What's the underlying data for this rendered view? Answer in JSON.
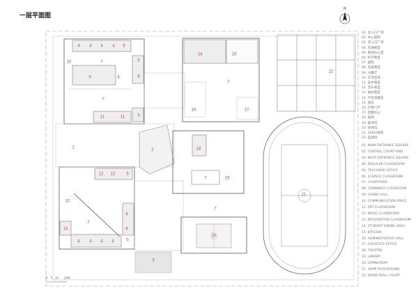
{
  "title": "一层平面图",
  "north_label": "N",
  "scale_bar": [
    "0",
    "5",
    "10",
    "20M"
  ],
  "plan": {
    "rooms": [
      "4",
      "4",
      "4",
      "4",
      "5",
      "10",
      "7",
      "9",
      "8",
      "5",
      "6",
      "7",
      "11",
      "11",
      "5",
      "1",
      "2",
      "14",
      "15",
      "7",
      "16",
      "17",
      "18",
      "12",
      "12",
      "5",
      "10",
      "7",
      "13",
      "6",
      "6",
      "4",
      "4",
      "4",
      "4",
      "5",
      "7",
      "19",
      "7",
      "20",
      "3",
      "21",
      "22"
    ]
  },
  "legend_cn": [
    "01. 主入口广场",
    "02. 中心庭院",
    "03. 次入口广场",
    "04. 普通教室",
    "05. 教师办公室",
    "06. 科学教室",
    "07. 庭院",
    "08. 合班教室",
    "09. 兴趣厅",
    "10. 交流空间",
    "11. 美术教室",
    "12. 音乐教室",
    "13. 融合教室",
    "14. 学生就餐区",
    "15. 厨房",
    "16. 行政门厅",
    "17. 后勤办公",
    "18. 剧场",
    "19. 图书馆",
    "20. 体育馆",
    "21. 300m操场",
    "22. 篮球场"
  ],
  "legend_en": [
    "01. MAIN ENTRANCE SQUARE",
    "02. CENTRAL COURTYARD",
    "03. NEXT ENTRANCE SQUARE",
    "04. REGULAR CLASSROOM",
    "05. TEACHERS' OFFICE",
    "06. SCIENCE CLASSROOM",
    "07. COURTYARD",
    "08. COMBINED CLASSROOM",
    "09. HOBBY HALL",
    "10. COMMUNICATION SPACE",
    "11. ART CLASSROOM",
    "12. MUSIC CLASSROOM",
    "13. INTEGRATION CLASSROOM",
    "14. STUDENT DINING AREA",
    "15. KITCHEN",
    "16. ADMINISTRATIVE HALL",
    "17. LOGISTICS OFFICE",
    "18. THEATRE",
    "19. LIBRARY",
    "20. GYMNASIUM",
    "21. 300M PLAYGROUND",
    "22. BASKETBALL COURT"
  ]
}
